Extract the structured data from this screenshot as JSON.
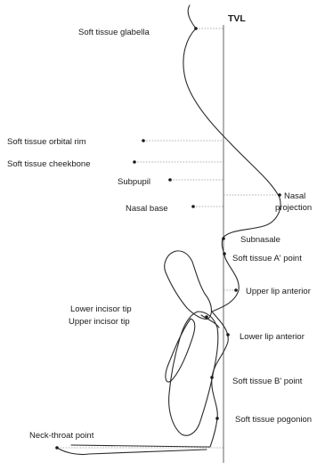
{
  "diagram": {
    "reference_line_label": "TVL",
    "landmarks": {
      "soft_tissue_glabella": "Soft tissue glabella",
      "soft_tissue_orbital_rim": "Soft tissue orbital rim",
      "soft_tissue_cheekbone": "Soft tissue cheekbone",
      "subpupil": "Subpupil",
      "nasal_base": "Nasal base",
      "nasal_projection_line1": "Nasal",
      "nasal_projection_line2": "projection",
      "subnasale": "Subnasale",
      "soft_tissue_a_point": "Soft tissue A' point",
      "upper_lip_anterior": "Upper lip anterior",
      "lower_incisor_tip": "Lower incisor tip",
      "upper_incisor_tip": "Upper incisor tip",
      "lower_lip_anterior": "Lower lip anterior",
      "soft_tissue_b_point": "Soft tissue B' point",
      "soft_tissue_pogonion": "Soft tissue pogonion",
      "neck_throat_point": "Neck-throat point"
    }
  }
}
